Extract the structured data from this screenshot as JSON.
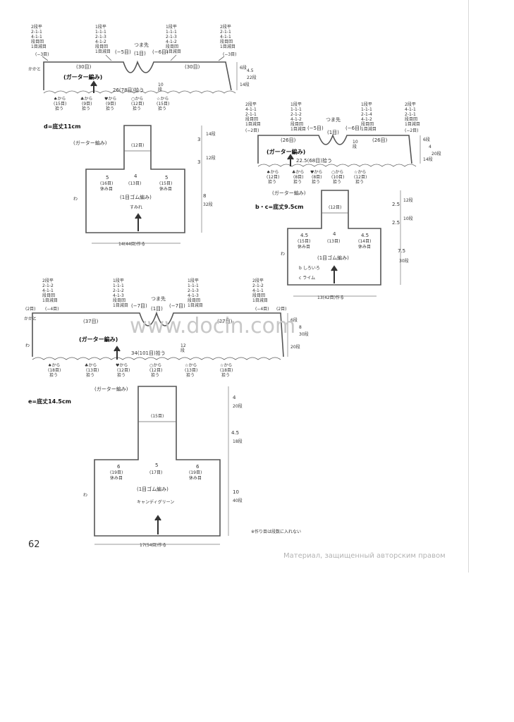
{
  "page_number": "62",
  "watermark": "www.docin.com",
  "copyright": "Материал, защищенный авторским правом",
  "footnote": "※作り目は段数に入れない",
  "diagram_d": {
    "steps_left": [
      "2段平",
      "2-1-1",
      "4-1-1",
      "段目回",
      "1目減目",
      "(−3目)"
    ],
    "steps_cl": [
      "1段平",
      "1-1-1",
      "2-1-3",
      "4-1-2",
      "段目回",
      "1目減目"
    ],
    "steps_cr": [
      "1段平",
      "1-1-1",
      "2-1-3",
      "4-1-2",
      "段目回",
      "1目減目"
    ],
    "steps_right": [
      "2段平",
      "2-1-1",
      "4-1-1",
      "段目回",
      "1目減目",
      "(−3目)"
    ],
    "toe": "つま先",
    "toe_count": "(1目)",
    "center_left": "(−5目)",
    "center_right": "(−6目)",
    "top_left": "(30目)",
    "top_right": "(30目)",
    "heel": "かかと",
    "garter": "(ガーター編み)",
    "pickup": "26(78目)拾う",
    "right_dims": [
      "6段",
      "4.5",
      "22段",
      "14段"
    ],
    "inner_dims": [
      "10",
      "段"
    ],
    "pick_marks": [
      "♠から",
      "(15目)",
      "拾う",
      "♣から",
      "(9目)",
      "拾う",
      "♥から",
      "(9目)",
      "拾う",
      "○から",
      "(12目)",
      "拾う",
      "☆から",
      "(15目)",
      "拾う"
    ],
    "title": "d=底丈11cm",
    "sock_garter": "(ガーター編み)",
    "sock_center": "(12目)",
    "sock_right_dims": [
      "3",
      "14段",
      "3",
      "12段",
      "8",
      "32段"
    ],
    "hold_left": [
      "5",
      "(16目)",
      "休み目"
    ],
    "hold_mid": [
      "4",
      "(13目)"
    ],
    "hold_right": [
      "5",
      "(15目)",
      "休み目"
    ],
    "rib": "(1目ゴム編み)",
    "color": "すみれ",
    "cast_on": "14(44目)作る",
    "wa": "わ"
  },
  "diagram_bc": {
    "steps_left": [
      "2段平",
      "4-1-1",
      "2-1-1",
      "段目回",
      "1目減目",
      "(−2目)"
    ],
    "steps_cl": [
      "1段平",
      "1-1-1",
      "2-1-2",
      "4-1-2",
      "段目回",
      "1目減目"
    ],
    "steps_cr": [
      "1段平",
      "1-1-1",
      "2-1-4",
      "4-1-2",
      "段目回",
      "1目減目"
    ],
    "steps_right": [
      "2段平",
      "4-1-1",
      "2-1-1",
      "段目回",
      "1目減目",
      "(−2目)"
    ],
    "toe": "つま先",
    "toe_count": "(1目)",
    "center_left": "(−5目)",
    "center_right": "(−6目)",
    "top_left": "(26目)",
    "top_right": "(26目)",
    "garter": "(ガーター編み)",
    "pickup": "22.5(68目)拾う",
    "right_dims": [
      "6段",
      "4",
      "20段",
      "14段"
    ],
    "inner_dims": [
      "10",
      "段"
    ],
    "pick_marks": [
      "♠から",
      "(12目)",
      "拾う",
      "♣から",
      "(8目)",
      "拾う",
      "♥から",
      "(8目)",
      "拾う",
      "○から",
      "(10目)",
      "拾う",
      "☆から",
      "(12目)",
      "拾う"
    ],
    "title": "b・c=底丈9.5cm",
    "sock_garter": "(ガーター編み)",
    "sock_center": "(12目)",
    "sock_right_dims": [
      "2.5",
      "12段",
      "2.5",
      "10段",
      "7.5",
      "30段"
    ],
    "hold_left": [
      "4.5",
      "(15目)",
      "休み目"
    ],
    "hold_mid": [
      "4",
      "(13目)"
    ],
    "hold_right": [
      "4.5",
      "(14目)",
      "休み目"
    ],
    "rib": "(1目ゴム編み)",
    "color_b": "b しろいろ",
    "color_c": "c ライム",
    "cast_on": "13(42目)作る",
    "wa": "わ"
  },
  "diagram_e": {
    "steps_left": [
      "2段平",
      "2-1-2",
      "4-1-1",
      "段目回",
      "1目減目",
      "(−4目)"
    ],
    "steps_cl": [
      "1段平",
      "1-1-1",
      "2-1-2",
      "4-1-3",
      "段目回",
      "1目減目"
    ],
    "steps_cr": [
      "1段平",
      "1-1-1",
      "2-1-3",
      "4-1-3",
      "段目回",
      "1目減目"
    ],
    "steps_right": [
      "2段平",
      "2-1-2",
      "4-1-1",
      "段目回",
      "1目減目",
      "(−4目)"
    ],
    "toe": "つま先",
    "toe_count": "(1目)",
    "center_left": "(−7目)",
    "center_right": "(−7目)",
    "top_left": "(37目)",
    "top_right": "(37目)",
    "edge_left": "(2目)",
    "edge_right": "(2目)",
    "heel": "かかと",
    "garter": "(ガーター編み)",
    "pickup": "34(101目)拾う",
    "right_dims": [
      "6段",
      "8",
      "30段",
      "20段"
    ],
    "inner_dims": [
      "12",
      "段"
    ],
    "pick_marks": [
      "♠から",
      "(18目)",
      "拾う",
      "♣から",
      "(13目)",
      "拾う",
      "♥から",
      "(12目)",
      "拾う",
      "○から",
      "(12目)",
      "拾う",
      "☆から",
      "(13目)",
      "拾う",
      "☆から",
      "(18目)",
      "拾う"
    ],
    "title": "e=底丈14.5cm",
    "sock_garter": "(ガーター編み)",
    "sock_center": "(15目)",
    "sock_right_dims": [
      "4",
      "20段",
      "4.5",
      "18段",
      "10",
      "40段"
    ],
    "hold_left": [
      "6",
      "(19目)",
      "休み目"
    ],
    "hold_mid": [
      "5",
      "(17目)"
    ],
    "hold_right": [
      "6",
      "(19目)",
      "休み目"
    ],
    "rib": "(1目ゴム編み)",
    "color": "キャンディグリーン",
    "cast_on": "17(54目)作る",
    "wa": "わ"
  }
}
